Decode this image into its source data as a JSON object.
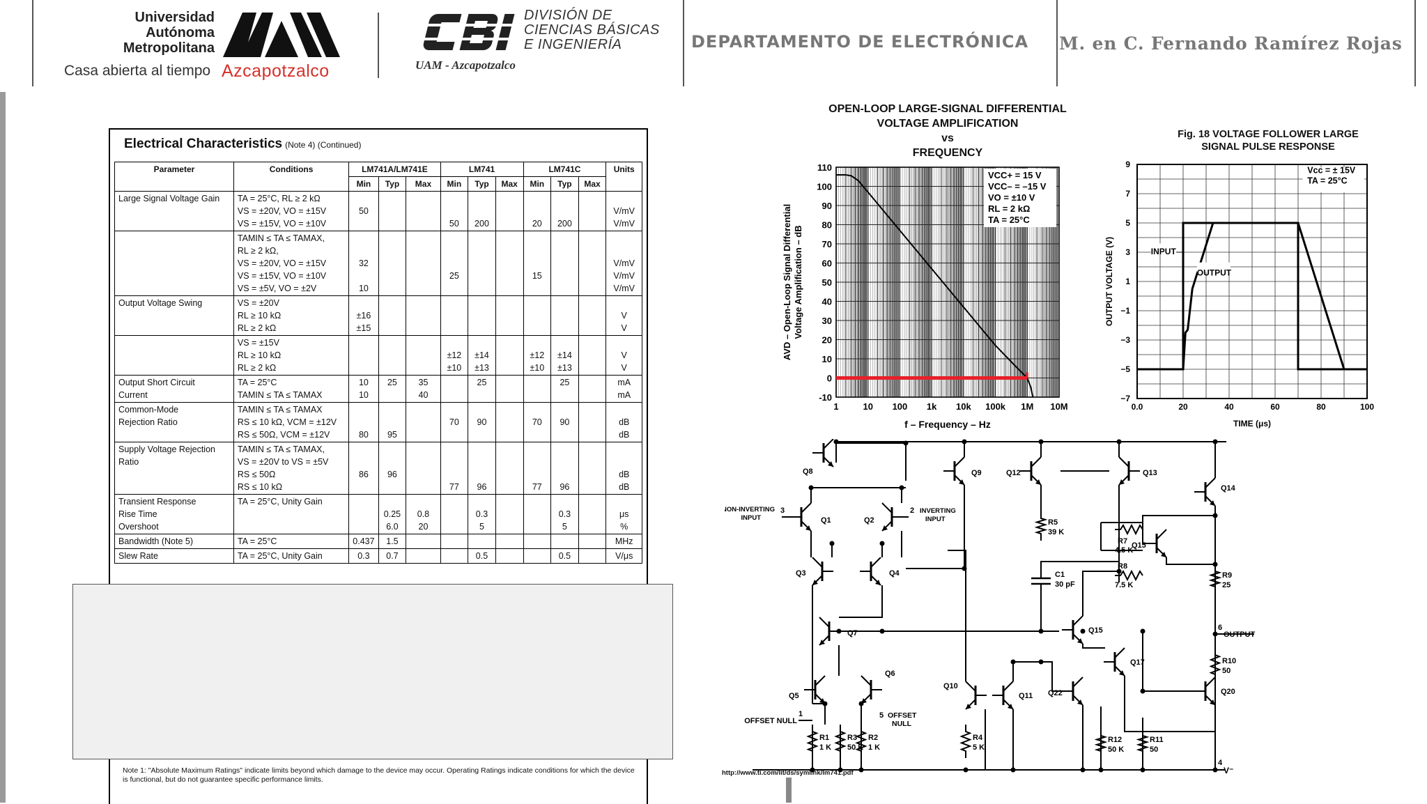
{
  "header": {
    "university_lines": [
      "Universidad",
      "Autónoma",
      "Metropolitana"
    ],
    "motto": "Casa abierta al tiempo",
    "campus": "Azcapotzalco",
    "cbi_division": [
      "DIVISIÓN DE",
      "CIENCIAS BÁSICAS",
      "E INGENIERÍA"
    ],
    "cbi_sub": "UAM - Azcapotzalco",
    "department": "DEPARTAMENTO DE ELECTRÓNICA",
    "author": "M. en C. Fernando Ramírez Rojas"
  },
  "table": {
    "title": "Electrical Characteristics",
    "title_note": "(Note 4)  (Continued)",
    "head": {
      "parameter": "Parameter",
      "conditions": "Conditions",
      "group_a": "LM741A/LM741E",
      "group_b": "LM741",
      "group_c": "LM741C",
      "units": "Units",
      "min": "Min",
      "typ": "Typ",
      "max": "Max"
    },
    "rows": [
      {
        "p": [
          "Large Signal Voltage Gain"
        ],
        "c": [
          "TA = 25°C, RL ≥ 2 kΩ",
          "VS = ±20V, VO = ±15V",
          "VS = ±15V, VO = ±10V"
        ],
        "v": [
          [
            "",
            "50",
            ""
          ],
          [
            "",
            "",
            ""
          ],
          [
            "",
            "",
            ""
          ],
          [
            "",
            "",
            "50"
          ],
          [
            "",
            "",
            "200"
          ],
          [
            "",
            "",
            ""
          ],
          [
            "",
            "",
            "20"
          ],
          [
            "",
            "",
            "200"
          ],
          [
            "",
            "",
            ""
          ]
        ],
        "u": [
          "",
          "V/mV",
          "V/mV"
        ]
      },
      {
        "p": [
          ""
        ],
        "c": [
          "TAMIN ≤ TA ≤ TAMAX,",
          "RL ≥ 2 kΩ,",
          "VS = ±20V, VO = ±15V",
          "VS = ±15V, VO = ±10V",
          "VS = ±5V, VO = ±2V"
        ],
        "v": [
          [
            "",
            "",
            "32",
            "",
            "10"
          ],
          [
            "",
            "",
            "",
            "",
            ""
          ],
          [
            "",
            "",
            "",
            "",
            ""
          ],
          [
            "",
            "",
            "",
            "25",
            ""
          ],
          [
            "",
            "",
            "",
            "",
            ""
          ],
          [
            "",
            "",
            "",
            "",
            ""
          ],
          [
            "",
            "",
            "",
            "15",
            ""
          ],
          [
            "",
            "",
            "",
            "",
            ""
          ],
          [
            "",
            "",
            "",
            "",
            ""
          ]
        ],
        "u": [
          "",
          "",
          "V/mV",
          "V/mV",
          "V/mV"
        ]
      },
      {
        "p": [
          "Output Voltage Swing"
        ],
        "c": [
          "VS = ±20V",
          "RL ≥ 10 kΩ",
          "RL ≥ 2 kΩ"
        ],
        "v": [
          [
            "",
            "±16",
            "±15"
          ],
          [
            "",
            "",
            ""
          ],
          [
            "",
            "",
            ""
          ],
          [
            "",
            "",
            ""
          ],
          [
            "",
            "",
            ""
          ],
          [
            "",
            "",
            ""
          ],
          [
            "",
            "",
            ""
          ],
          [
            "",
            "",
            ""
          ],
          [
            "",
            "",
            ""
          ]
        ],
        "u": [
          "",
          "V",
          "V"
        ]
      },
      {
        "p": [
          ""
        ],
        "c": [
          "VS = ±15V",
          "RL ≥ 10 kΩ",
          "RL ≥ 2 kΩ"
        ],
        "v": [
          [
            "",
            "",
            ""
          ],
          [
            "",
            "",
            ""
          ],
          [
            "",
            "",
            ""
          ],
          [
            "",
            "±12",
            "±10"
          ],
          [
            "",
            "±14",
            "±13"
          ],
          [
            "",
            "",
            ""
          ],
          [
            "",
            "±12",
            "±10"
          ],
          [
            "",
            "±14",
            "±13"
          ],
          [
            "",
            "",
            ""
          ]
        ],
        "u": [
          "",
          "V",
          "V"
        ]
      },
      {
        "p": [
          "Output Short Circuit",
          "Current"
        ],
        "c": [
          "TA = 25°C",
          "TAMIN ≤ TA ≤ TAMAX"
        ],
        "v": [
          [
            "10",
            "10"
          ],
          [
            "25",
            ""
          ],
          [
            "35",
            "40"
          ],
          [
            "",
            ""
          ],
          [
            "25",
            ""
          ],
          [
            "",
            ""
          ],
          [
            "",
            ""
          ],
          [
            "25",
            ""
          ],
          [
            "",
            ""
          ]
        ],
        "u": [
          "mA",
          "mA"
        ]
      },
      {
        "p": [
          "Common-Mode",
          "Rejection Ratio"
        ],
        "c": [
          "TAMIN ≤ TA ≤ TAMAX",
          "RS ≤ 10 kΩ, VCM = ±12V",
          "RS ≤ 50Ω, VCM = ±12V"
        ],
        "v": [
          [
            "",
            "",
            "80"
          ],
          [
            "",
            "",
            "95"
          ],
          [
            "",
            "",
            ""
          ],
          [
            "",
            "70",
            ""
          ],
          [
            "",
            "90",
            ""
          ],
          [
            "",
            "",
            ""
          ],
          [
            "",
            "70",
            ""
          ],
          [
            "",
            "90",
            ""
          ],
          [
            "",
            "",
            ""
          ]
        ],
        "u": [
          "",
          "dB",
          "dB"
        ]
      },
      {
        "p": [
          "Supply Voltage Rejection",
          "Ratio"
        ],
        "c": [
          "TAMIN ≤ TA ≤ TAMAX,",
          "VS = ±20V to VS = ±5V",
          "RS ≤ 50Ω",
          "RS ≤ 10 kΩ"
        ],
        "v": [
          [
            "",
            "",
            "86",
            ""
          ],
          [
            "",
            "",
            "96",
            ""
          ],
          [
            "",
            "",
            "",
            ""
          ],
          [
            "",
            "",
            "",
            "77"
          ],
          [
            "",
            "",
            "",
            "96"
          ],
          [
            "",
            "",
            "",
            ""
          ],
          [
            "",
            "",
            "",
            "77"
          ],
          [
            "",
            "",
            "",
            "96"
          ],
          [
            "",
            "",
            "",
            ""
          ]
        ],
        "u": [
          "",
          "",
          "dB",
          "dB"
        ]
      },
      {
        "p": [
          "Transient Response",
          "  Rise Time",
          "  Overshoot"
        ],
        "c": [
          "TA = 25°C, Unity Gain",
          "",
          ""
        ],
        "v": [
          [
            "",
            "",
            ""
          ],
          [
            "",
            "0.25",
            "6.0"
          ],
          [
            "",
            "0.8",
            "20"
          ],
          [
            "",
            "",
            ""
          ],
          [
            "",
            "0.3",
            "5"
          ],
          [
            "",
            "",
            ""
          ],
          [
            "",
            "",
            ""
          ],
          [
            "",
            "0.3",
            "5"
          ],
          [
            "",
            "",
            ""
          ]
        ],
        "u": [
          "",
          "μs",
          "%"
        ]
      },
      {
        "p": [
          "Bandwidth (Note 5)"
        ],
        "c": [
          "TA = 25°C"
        ],
        "v": [
          [
            "0.437"
          ],
          [
            "1.5"
          ],
          [
            ""
          ],
          [
            ""
          ],
          [
            ""
          ],
          [
            ""
          ],
          [
            ""
          ],
          [
            ""
          ],
          [
            ""
          ]
        ],
        "u": [
          "MHz"
        ]
      },
      {
        "p": [
          "Slew Rate"
        ],
        "c": [
          "TA = 25°C, Unity Gain"
        ],
        "v": [
          [
            "0.3"
          ],
          [
            "0.7"
          ],
          [
            ""
          ],
          [
            ""
          ],
          [
            "0.5"
          ],
          [
            ""
          ],
          [
            ""
          ],
          [
            "0.5"
          ],
          [
            ""
          ]
        ],
        "u": [
          "V/μs"
        ]
      }
    ],
    "note1": "Note 1:  \"Absolute Maximum Ratings\" indicate limits beyond which damage to the device may occur. Operating Ratings indicate conditions for which the device is functional, but do not guarantee specific performance limits."
  },
  "chart_data": [
    {
      "type": "line",
      "title": "OPEN-LOOP LARGE-SIGNAL DIFFERENTIAL VOLTAGE AMPLIFICATION vs FREQUENCY",
      "title_lines": [
        "OPEN-LOOP LARGE-SIGNAL DIFFERENTIAL",
        "VOLTAGE AMPLIFICATION",
        "vs",
        "FREQUENCY"
      ],
      "xlabel": "f – Frequency – Hz",
      "ylabel_lines": [
        "AVD – Open-Loop Signal Differential",
        "Voltage Amplification – dB"
      ],
      "x_scale": "log",
      "xlim": [
        1,
        10000000
      ],
      "ylim": [
        -10,
        110
      ],
      "x_ticks": [
        {
          "v": 1,
          "label": "1"
        },
        {
          "v": 10,
          "label": "10"
        },
        {
          "v": 100,
          "label": "100"
        },
        {
          "v": 1000,
          "label": "1k"
        },
        {
          "v": 10000,
          "label": "10k"
        },
        {
          "v": 100000,
          "label": "100k"
        },
        {
          "v": 1000000,
          "label": "1M"
        },
        {
          "v": 10000000,
          "label": "10M"
        }
      ],
      "y_ticks": [
        -10,
        0,
        10,
        20,
        30,
        40,
        50,
        60,
        70,
        80,
        90,
        100,
        110
      ],
      "series": [
        {
          "values": [
            [
              1,
              106
            ],
            [
              2,
              106
            ],
            [
              3,
              105.5
            ],
            [
              5,
              103
            ],
            [
              7,
              100
            ],
            [
              10,
              97
            ],
            [
              100,
              77
            ],
            [
              1000,
              57
            ],
            [
              10000,
              37
            ],
            [
              100000,
              17
            ],
            [
              500000,
              5
            ],
            [
              1000000,
              0
            ],
            [
              1300000,
              -5
            ],
            [
              1500000,
              -10
            ]
          ]
        }
      ],
      "legend_lines": [
        "VCC+ = 15 V",
        "VCC– = –15 V",
        "VO = ±10 V",
        "RL = 2 kΩ",
        "TA = 25°C"
      ],
      "annotation": {
        "color": "#e8202a",
        "level_db": 0,
        "x_end": 1000000
      }
    },
    {
      "type": "line",
      "title": "Fig. 18 VOLTAGE FOLLOWER LARGE SIGNAL PULSE RESPONSE",
      "title_lines": [
        "Fig. 18 VOLTAGE FOLLOWER LARGE",
        "SIGNAL PULSE RESPONSE"
      ],
      "xlabel": "TIME (μs)",
      "ylabel": "OUTPUT VOLTAGE (V)",
      "xlim": [
        0,
        100
      ],
      "ylim": [
        -7,
        9
      ],
      "x_ticks": [
        {
          "v": 0,
          "label": "0.0"
        },
        {
          "v": 20,
          "label": "20"
        },
        {
          "v": 40,
          "label": "40"
        },
        {
          "v": 60,
          "label": "60"
        },
        {
          "v": 80,
          "label": "80"
        },
        {
          "v": 100,
          "label": "100"
        }
      ],
      "y_ticks": [
        {
          "v": 9,
          "label": "9"
        },
        {
          "v": 7,
          "label": "7"
        },
        {
          "v": 5,
          "label": "5"
        },
        {
          "v": 3,
          "label": "3"
        },
        {
          "v": 1,
          "label": "1"
        },
        {
          "v": -1,
          "label": "−1"
        },
        {
          "v": -3,
          "label": "−3"
        },
        {
          "v": -5,
          "label": "−5"
        },
        {
          "v": -7,
          "label": "−7"
        }
      ],
      "series": [
        {
          "name": "INPUT",
          "values": [
            [
              0,
              -5
            ],
            [
              20,
              -5
            ],
            [
              20,
              5
            ],
            [
              70,
              5
            ],
            [
              70,
              -5
            ],
            [
              100,
              -5
            ]
          ]
        },
        {
          "name": "OUTPUT",
          "values": [
            [
              20,
              -5
            ],
            [
              21,
              -2.5
            ],
            [
              22,
              -2.3
            ],
            [
              24,
              0.5
            ],
            [
              33,
              5
            ],
            [
              70,
              5
            ],
            [
              90,
              -5
            ]
          ]
        }
      ],
      "legend_lines": [
        "Vcc = ± 15V",
        "TA = 25°C"
      ]
    }
  ],
  "schematic": {
    "transistors": [
      "Q1",
      "Q2",
      "Q3",
      "Q4",
      "Q5",
      "Q6",
      "Q7",
      "Q8",
      "Q9",
      "Q10",
      "Q11",
      "Q12",
      "Q13",
      "Q14",
      "Q15",
      "Q15",
      "Q17",
      "Q20",
      "Q22"
    ],
    "resistors": [
      {
        "name": "R1",
        "value": "1 K"
      },
      {
        "name": "R3",
        "value": "50 K"
      },
      {
        "name": "R2",
        "value": "1 K"
      },
      {
        "name": "R4",
        "value": "5 K"
      },
      {
        "name": "R5",
        "value": "39 K"
      },
      {
        "name": "R7",
        "value": "4.5 K"
      },
      {
        "name": "R8",
        "value": "7.5 K"
      },
      {
        "name": "R9",
        "value": "25"
      },
      {
        "name": "R10",
        "value": "50"
      },
      {
        "name": "R11",
        "value": "50"
      },
      {
        "name": "R12",
        "value": "50 K"
      }
    ],
    "capacitor": {
      "name": "C1",
      "value": "30 pF"
    },
    "pins": {
      "noninv": {
        "num": "3",
        "label_lines": [
          "NON-INVERTING",
          "INPUT"
        ]
      },
      "inv": {
        "num": "2",
        "label_lines": [
          "INVERTING",
          "INPUT"
        ]
      },
      "offset1": {
        "num": "1",
        "label": "OFFSET NULL"
      },
      "offset5": {
        "num": "5",
        "label_lines": [
          "OFFSET",
          "NULL"
        ]
      },
      "output": {
        "num": "6",
        "label": "OUTPUT"
      },
      "vminus": {
        "num": "4",
        "label": "V⁻"
      }
    },
    "url": "http://www.ti.com/lit/ds/symlink/lm741.pdf"
  },
  "colors": {
    "campus_red": "#d6302a",
    "annotation_red": "#e8202a",
    "header_gray": "#777777"
  }
}
